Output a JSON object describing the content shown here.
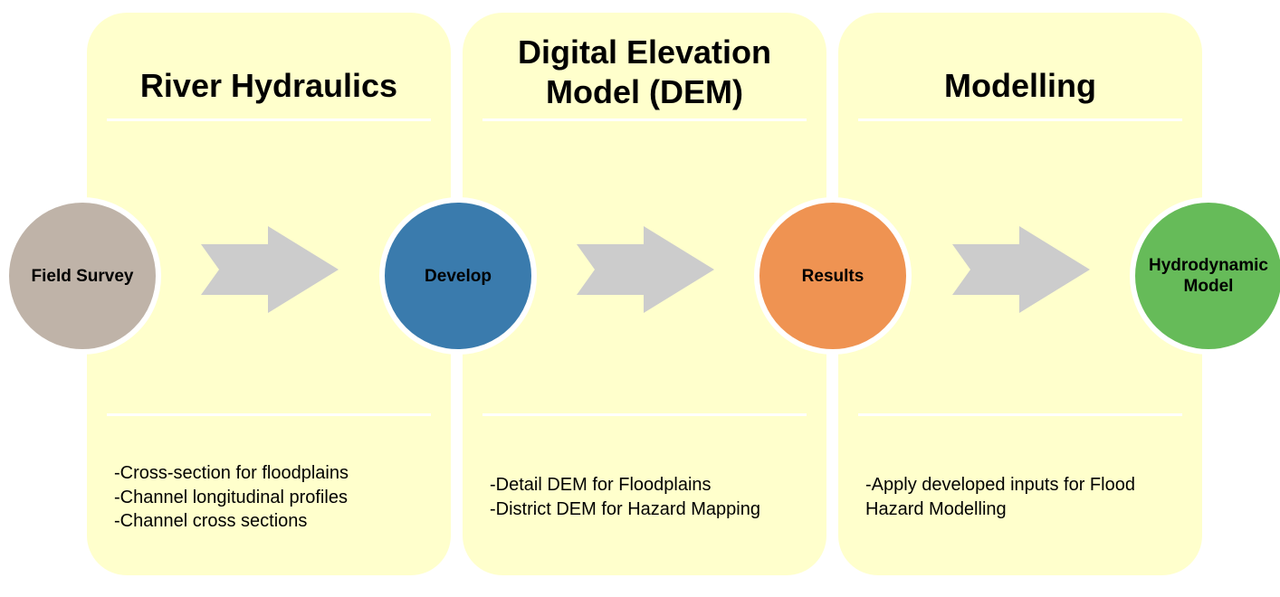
{
  "colors": {
    "panel_fill": "#ffffcc",
    "arrow_fill": "#cccccc",
    "node_field_survey": "#bfb3a8",
    "node_develop": "#3a7bad",
    "node_results": "#ef9352",
    "node_hydrodynamic": "#66bb59"
  },
  "panels": [
    {
      "title": "River Hydraulics",
      "lines": [
        "-Cross-section for floodplains",
        "-Channel longitudinal profiles",
        "-Channel cross sections"
      ]
    },
    {
      "title": "Digital Elevation\nModel (DEM)",
      "lines": [
        "-Detail DEM for Floodplains",
        "-District DEM for Hazard Mapping"
      ]
    },
    {
      "title": "Modelling",
      "lines": [
        "-Apply developed inputs for Flood",
        "Hazard Modelling"
      ]
    }
  ],
  "nodes": [
    {
      "label": "Field Survey"
    },
    {
      "label": "Develop"
    },
    {
      "label": "Results"
    },
    {
      "label": "Hydrodynamic\nModel"
    }
  ]
}
